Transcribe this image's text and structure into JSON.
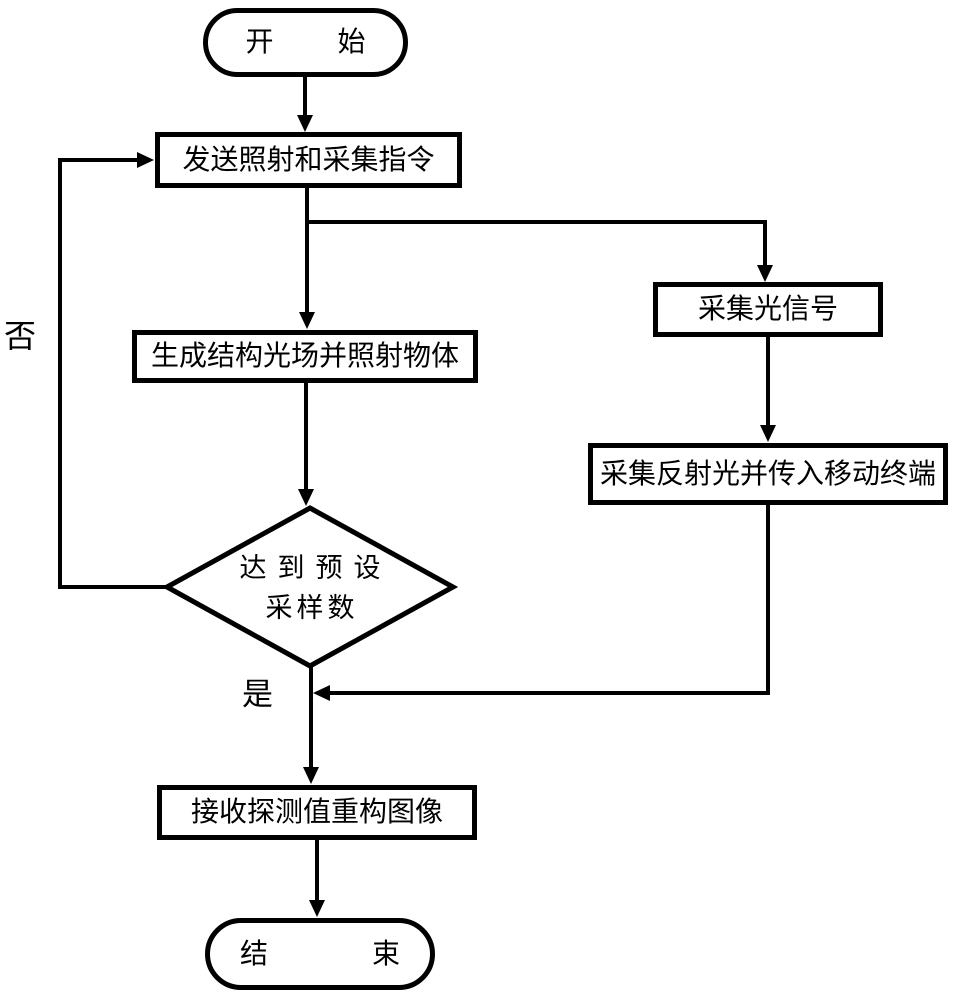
{
  "diagram": {
    "title_semantic": "structured-light sampling flowchart",
    "colors": {
      "background": "#ffffff",
      "line": "#000000",
      "text": "#000000",
      "node_fill": "#ffffff"
    },
    "nodes": {
      "start": {
        "type": "terminator",
        "label": "开始"
      },
      "send_command": {
        "type": "process",
        "label": "发送照射和采集指令"
      },
      "generate_field": {
        "type": "process",
        "label": "生成结构光场并照射物体"
      },
      "collect_signal": {
        "type": "process",
        "label": "采集光信号"
      },
      "collect_reflect": {
        "type": "process",
        "label": "采集反射光并传入移动终端"
      },
      "decision": {
        "type": "decision",
        "line1": "达到预设",
        "line2": "采样数"
      },
      "reconstruct": {
        "type": "process",
        "label": "接收探测值重构图像"
      },
      "end": {
        "type": "terminator",
        "label": "结束"
      }
    },
    "edge_labels": {
      "no": "否",
      "yes": "是"
    }
  }
}
